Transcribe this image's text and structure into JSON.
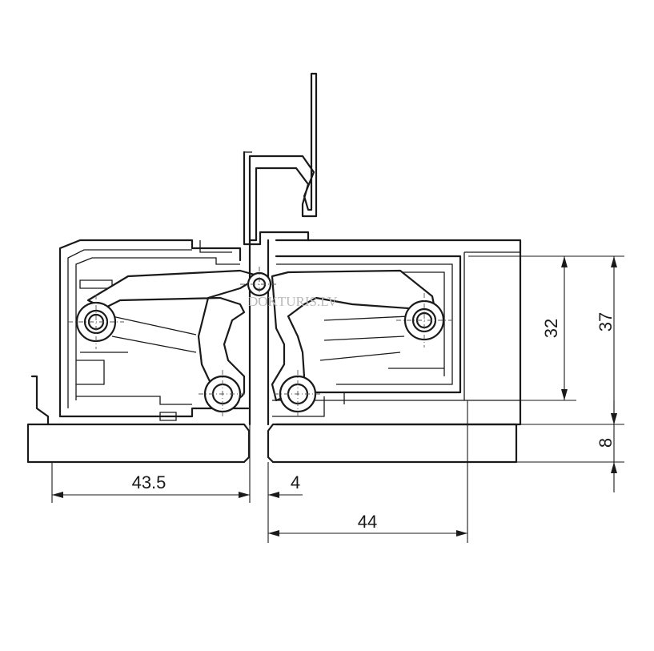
{
  "drawing": {
    "watermark": "DOKTURIS.LV",
    "dimensions": {
      "height_32": "32",
      "height_37": "37",
      "board_thickness": "8",
      "left_width": "43.5",
      "gap": "4",
      "right_width": "44"
    }
  }
}
